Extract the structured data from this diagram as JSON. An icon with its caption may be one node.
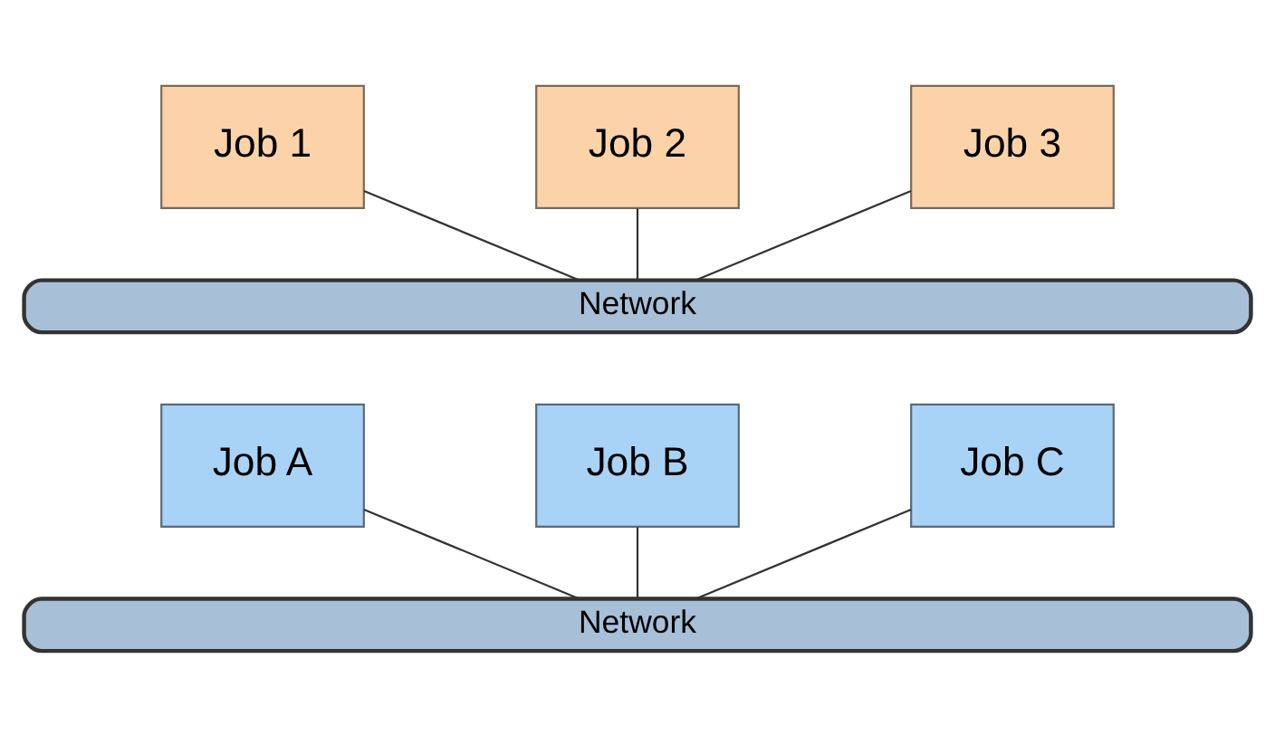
{
  "diagram": {
    "nodes": [
      {
        "text": [
          "Job 1"
        ]
      },
      {
        "text": [
          "Job 2"
        ]
      },
      {
        "text": [
          "Job 3"
        ]
      },
      {
        "text": [
          "Network"
        ]
      },
      {
        "text": [
          "Job A"
        ]
      },
      {
        "text": [
          "Job B"
        ]
      },
      {
        "text": [
          "Job C"
        ]
      },
      {
        "text": [
          "Network"
        ]
      }
    ],
    "edges": [
      {
        "from": 0,
        "to": 3,
        "arrow": "none"
      },
      {
        "from": 1,
        "to": 3,
        "arrow": "none"
      },
      {
        "from": 2,
        "to": 3,
        "arrow": "none"
      },
      {
        "from": 4,
        "to": 7,
        "arrow": "none"
      },
      {
        "from": 5,
        "to": 7,
        "arrow": "none"
      },
      {
        "from": 6,
        "to": 7,
        "arrow": "none"
      }
    ]
  }
}
